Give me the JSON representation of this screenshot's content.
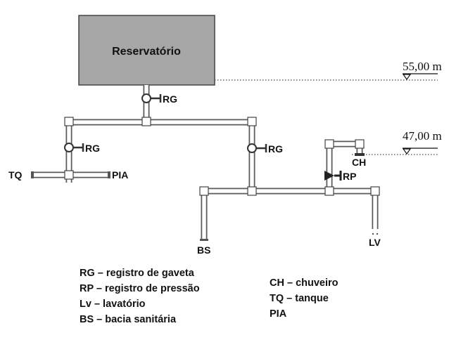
{
  "reservoir": {
    "label": "Reservatório",
    "fill": "#a6a6a6"
  },
  "levels": {
    "top": "55,00 m",
    "bottom": "47,00 m"
  },
  "labels": {
    "rg_main": "RG",
    "rg_left": "RG",
    "rg_right": "RG",
    "rp": "RP",
    "tq": "TQ",
    "pia": "PIA",
    "ch": "CH",
    "bs": "BS",
    "lv": "LV"
  },
  "legend_left": [
    "RG – registro de gaveta",
    "RP – registro de pressão",
    "Lv – lavatório",
    "BS – bacia sanitária"
  ],
  "legend_right": [
    "CH – chuveiro",
    "TQ – tanque",
    "PIA"
  ],
  "colors": {
    "pipe_outline": "#5a5a5a",
    "valve": "#333333",
    "text": "#111111"
  }
}
